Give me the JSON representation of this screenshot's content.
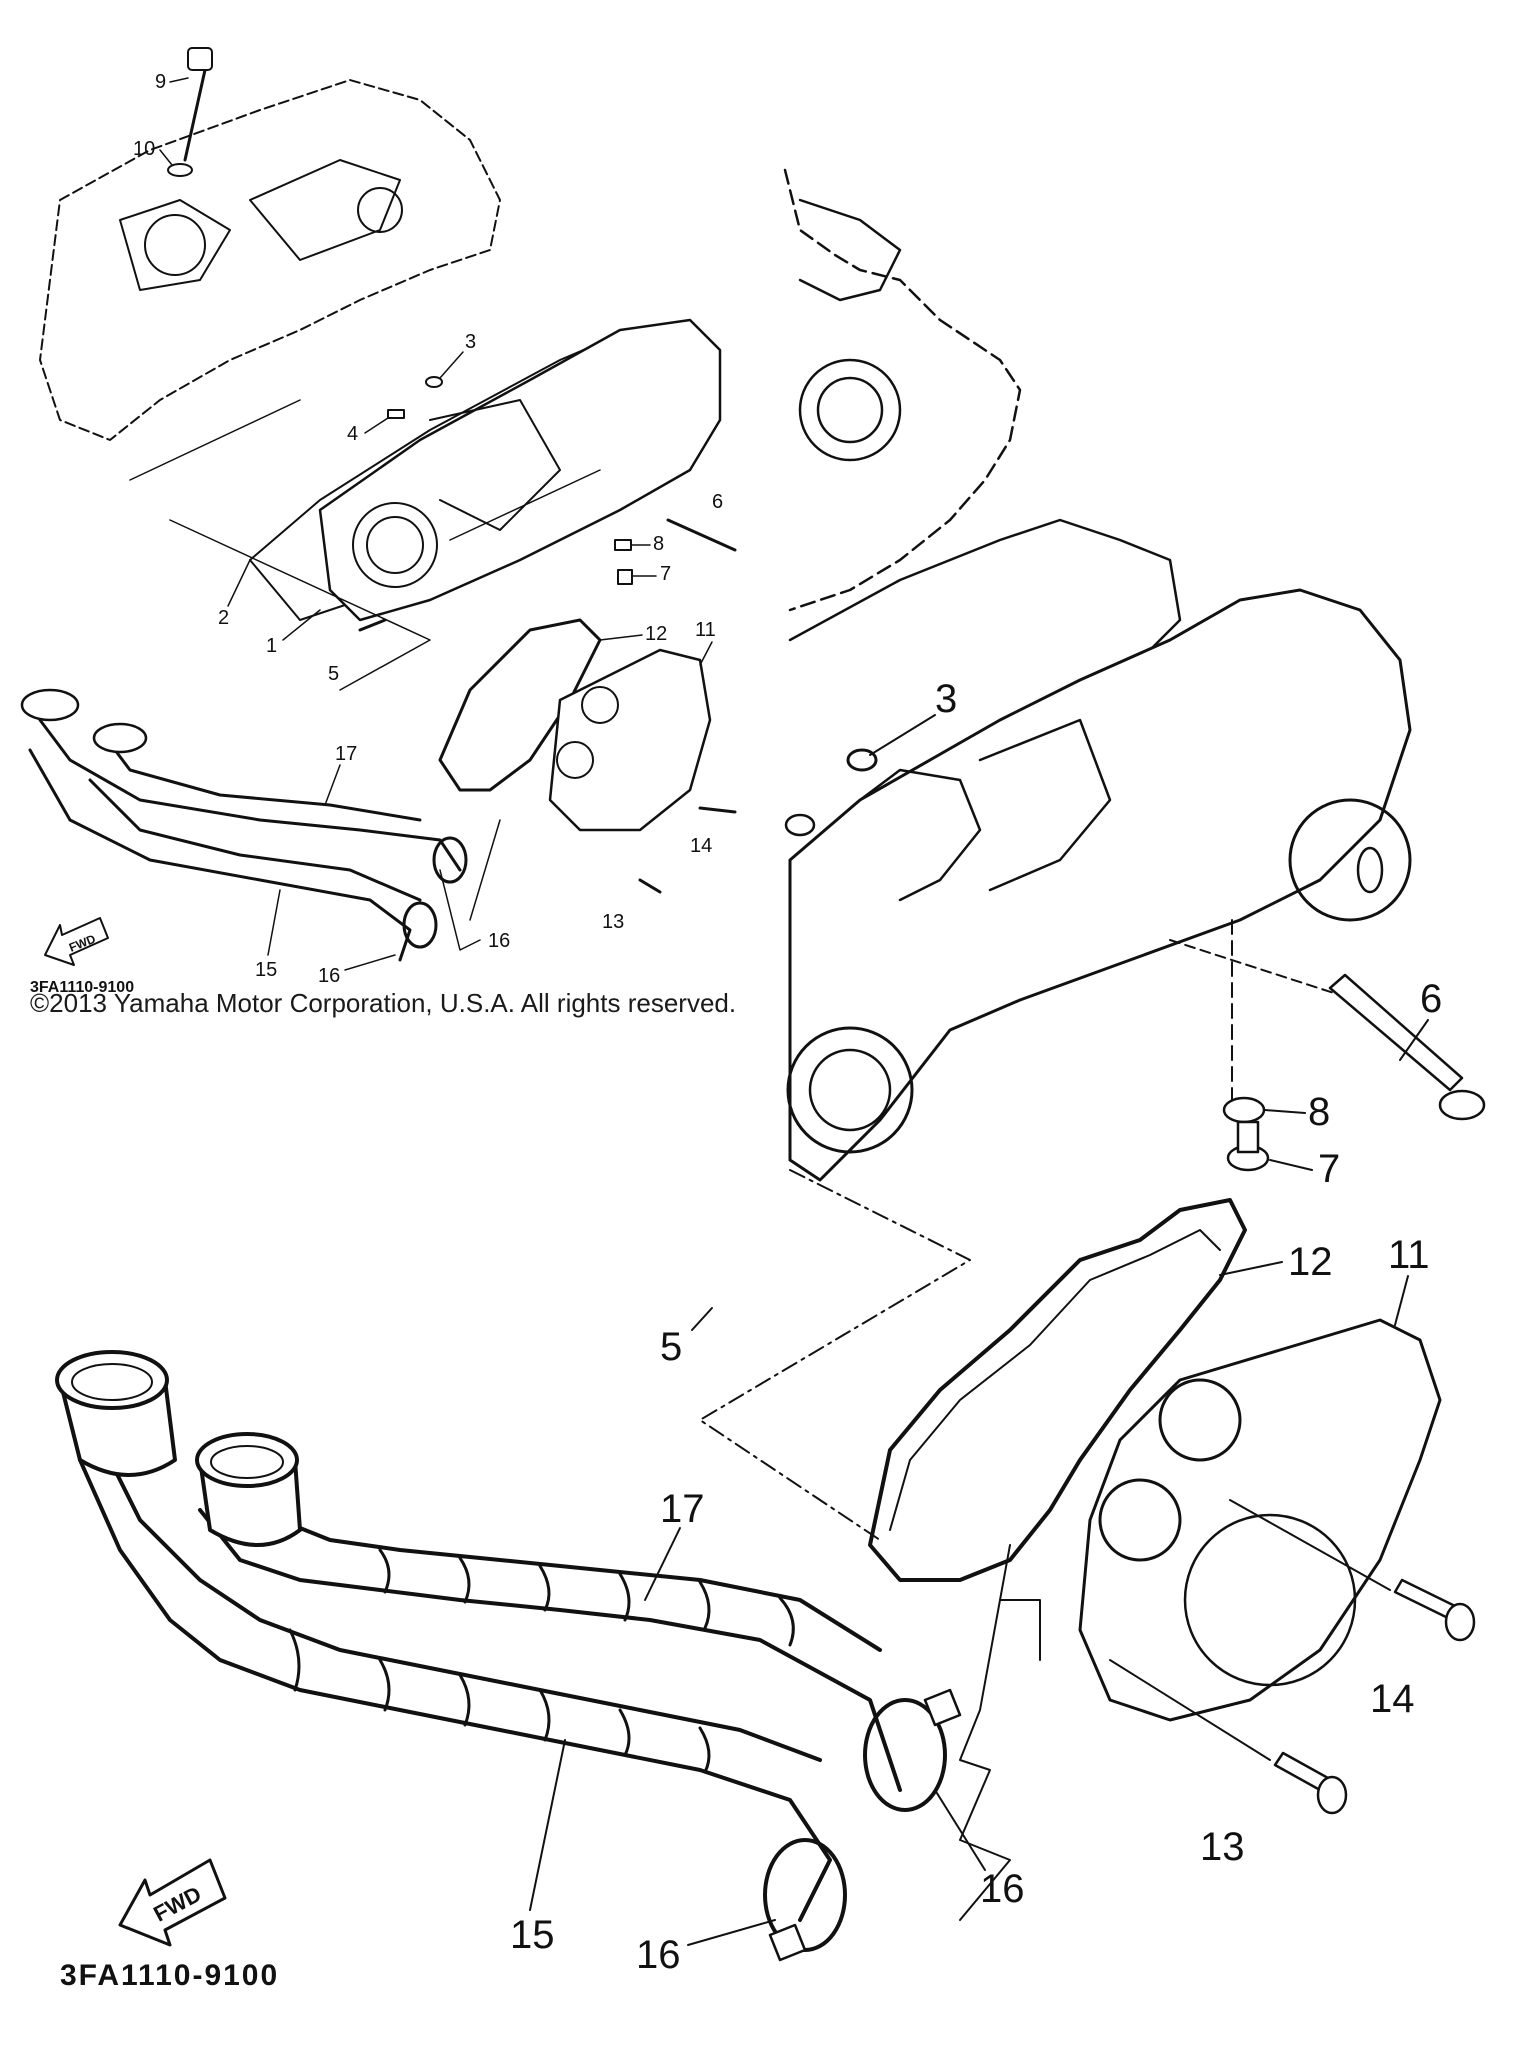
{
  "copyright": "©2013 Yamaha Motor Corporation, U.S.A. All rights reserved.",
  "diagram_code": "3FA1110-9100",
  "fwd_label": "FWD",
  "small_callouts": [
    "1",
    "2",
    "3",
    "4",
    "5",
    "6",
    "7",
    "8",
    "9",
    "10",
    "11",
    "12",
    "13",
    "14",
    "15",
    "16",
    "16",
    "17"
  ],
  "large_callouts": [
    "3",
    "5",
    "6",
    "7",
    "8",
    "11",
    "12",
    "13",
    "14",
    "15",
    "16",
    "16",
    "17"
  ]
}
